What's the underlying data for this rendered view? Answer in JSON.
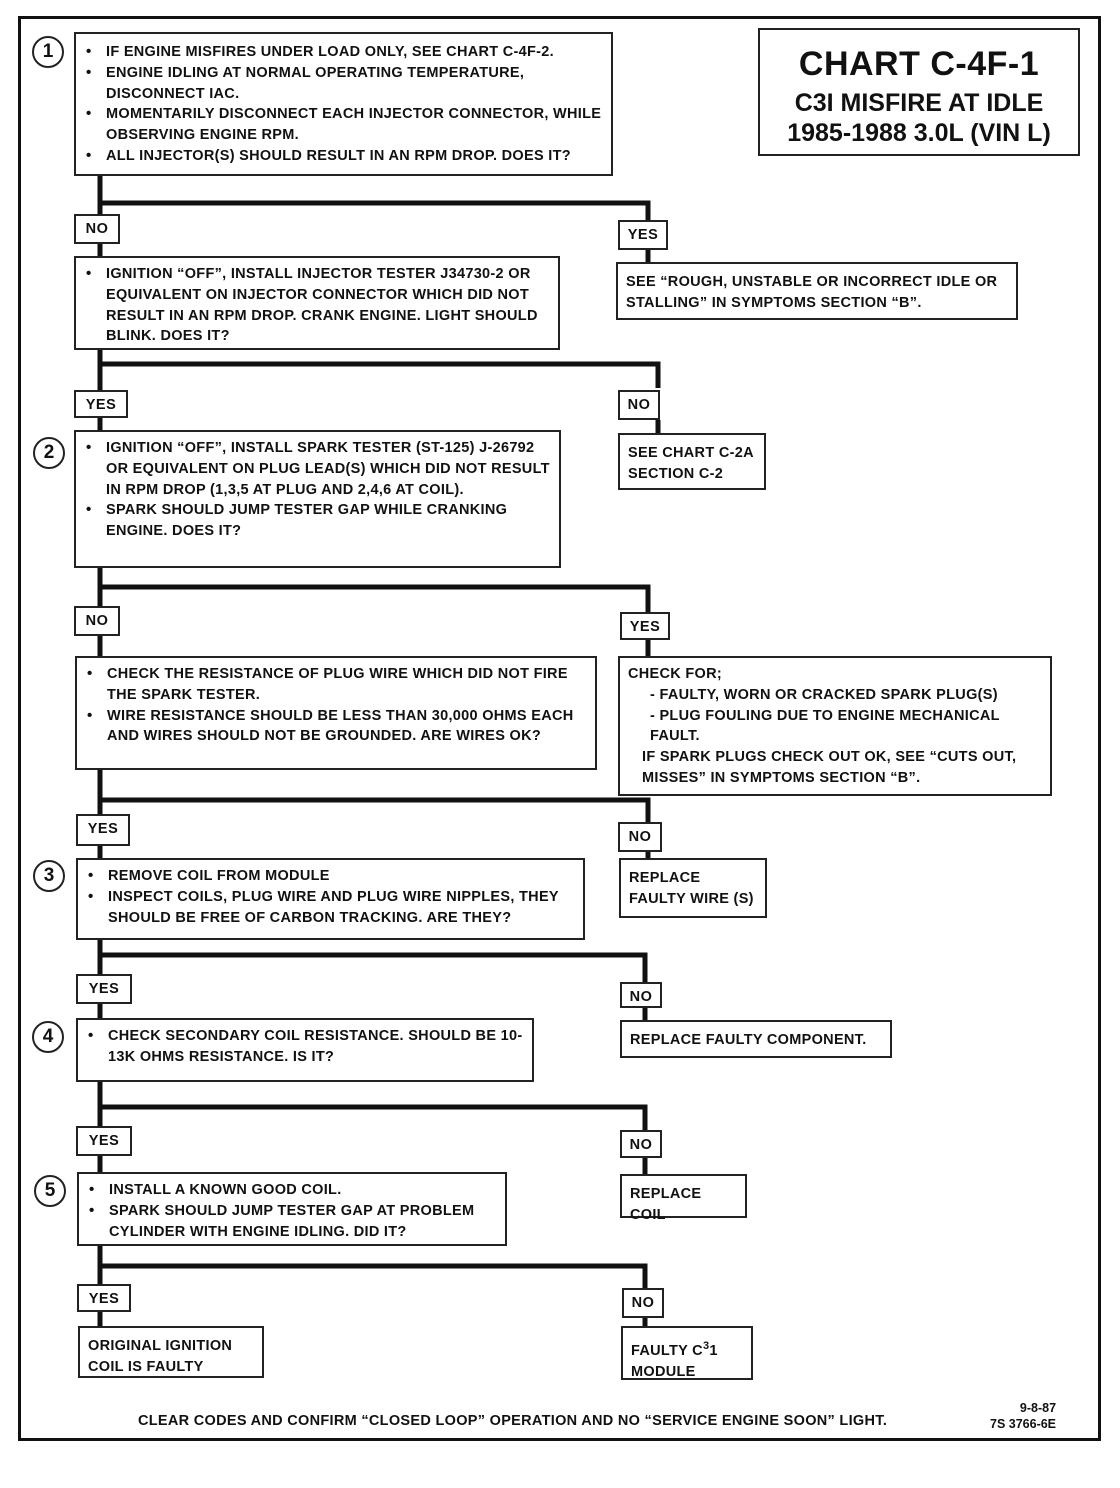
{
  "title": {
    "chart": "CHART C-4F-1",
    "line1": "C3I MISFIRE AT IDLE",
    "line2": "1985-1988  3.0L  (VIN L)"
  },
  "steps": [
    "1",
    "2",
    "3",
    "4",
    "5"
  ],
  "labels": {
    "yes": "YES",
    "no": "NO"
  },
  "box1": [
    "IF ENGINE MISFIRES UNDER LOAD ONLY, SEE CHART C-4F-2.",
    "ENGINE IDLING AT NORMAL OPERATING TEMPERATURE, DISCONNECT IAC.",
    "MOMENTARILY DISCONNECT EACH INJECTOR CONNECTOR, WHILE OBSERVING ENGINE RPM.",
    "ALL INJECTOR(S) SHOULD RESULT IN AN RPM DROP.  DOES IT?"
  ],
  "box1_yes": "SEE  “ROUGH, UNSTABLE OR INCORRECT IDLE OR STALLING” IN SYMPTOMS SECTION “B”.",
  "box_injector": [
    "IGNITION “OFF”, INSTALL INJECTOR TESTER J34730-2 OR EQUIVALENT ON INJECTOR CONNECTOR WHICH DID NOT RESULT IN AN  RPM DROP.  CRANK ENGINE.  LIGHT SHOULD BLINK. DOES IT?"
  ],
  "box_injector_no": "SEE CHART C-2A SECTION C-2",
  "box2": [
    "IGNITION “OFF”, INSTALL SPARK TESTER  (ST-125) J-26792 OR EQUIVALENT ON PLUG LEAD(S) WHICH DID NOT RESULT IN RPM DROP (1,3,5 AT PLUG AND 2,4,6 AT COIL).",
    "SPARK SHOULD JUMP TESTER GAP WHILE CRANKING ENGINE.  DOES IT?"
  ],
  "box_wire": [
    "CHECK THE RESISTANCE OF  PLUG WIRE  WHICH DID NOT FIRE THE SPARK TESTER.",
    "WIRE RESISTANCE SHOULD BE LESS THAN 30,000 OHMS EACH  AND WIRES  SHOULD NOT BE GROUNDED.  ARE WIRES OK?"
  ],
  "box_checkfor": {
    "heading": "CHECK FOR;",
    "items": [
      "- FAULTY, WORN OR CRACKED SPARK PLUG(S)",
      "- PLUG FOULING DUE TO ENGINE MECHANICAL FAULT."
    ],
    "note": "IF SPARK PLUGS CHECK OUT OK, SEE “CUTS OUT, MISSES” IN SYMPTOMS SECTION “B”."
  },
  "box_wire_no": "REPLACE FAULTY WIRE (S)",
  "box3": [
    "REMOVE COIL FROM MODULE",
    "INSPECT COILS, PLUG WIRE AND PLUG WIRE NIPPLES, THEY SHOULD BE  FREE OF CARBON TRACKING.  ARE THEY?"
  ],
  "box3_no": "REPLACE FAULTY COMPONENT.",
  "box4": [
    "CHECK SECONDARY COIL RESISTANCE.  SHOULD BE 10-13K OHMS RESISTANCE.  IS IT?"
  ],
  "box4_no": "REPLACE COIL",
  "box5": [
    "INSTALL A KNOWN GOOD COIL.",
    "SPARK SHOULD JUMP TESTER GAP AT PROBLEM CYLINDER  WITH ENGINE IDLING.  DID IT?"
  ],
  "box5_yes": "ORIGINAL IGNITION COIL IS FAULTY",
  "box5_no": {
    "prefix": "FAULTY C",
    "superscript": "3",
    "suffix": "1 MODULE"
  },
  "footer": "CLEAR CODES AND CONFIRM “CLOSED LOOP”  OPERATION AND NO “SERVICE ENGINE SOON” LIGHT.",
  "ref": {
    "date": "9-8-87",
    "code": "7S 3766-6E"
  }
}
